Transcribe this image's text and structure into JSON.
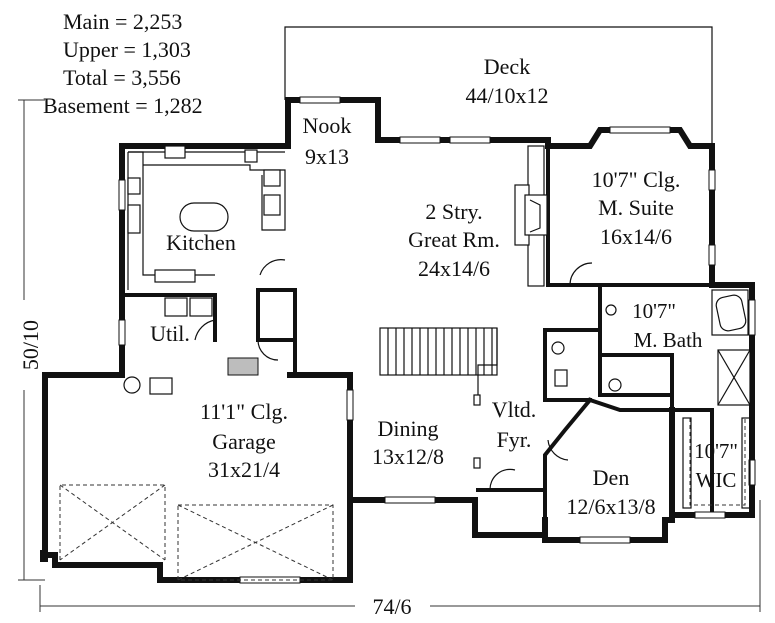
{
  "areas": {
    "main": "Main   = 2,253",
    "upper": "Upper = 1,303",
    "total": "Total   = 3,556",
    "basement": "Basement = 1,282"
  },
  "rooms": {
    "deck": {
      "name": "Deck",
      "size": "44/10x12"
    },
    "nook": {
      "name": "Nook",
      "size": "9x13"
    },
    "kitchen": {
      "name": "Kitchen"
    },
    "great_room": {
      "line1": "2 Stry.",
      "line2": "Great Rm.",
      "size": "24x14/6"
    },
    "master_suite": {
      "line1": "10'7\" Clg.",
      "line2": "M. Suite",
      "size": "16x14/6"
    },
    "master_bath": {
      "line1": "10'7\"",
      "line2": "M. Bath"
    },
    "utility": {
      "name": "Util."
    },
    "garage": {
      "line1": "11'1\" Clg.",
      "line2": "Garage",
      "size": "31x21/4"
    },
    "dining": {
      "name": "Dining",
      "size": "13x12/8"
    },
    "foyer": {
      "line1": "Vltd.",
      "line2": "Fyr."
    },
    "den": {
      "name": "Den",
      "size": "12/6x13/8"
    },
    "wic": {
      "line1": "10'7\"",
      "line2": "WIC"
    }
  },
  "dimensions": {
    "depth": "50/10",
    "width": "74/6"
  }
}
